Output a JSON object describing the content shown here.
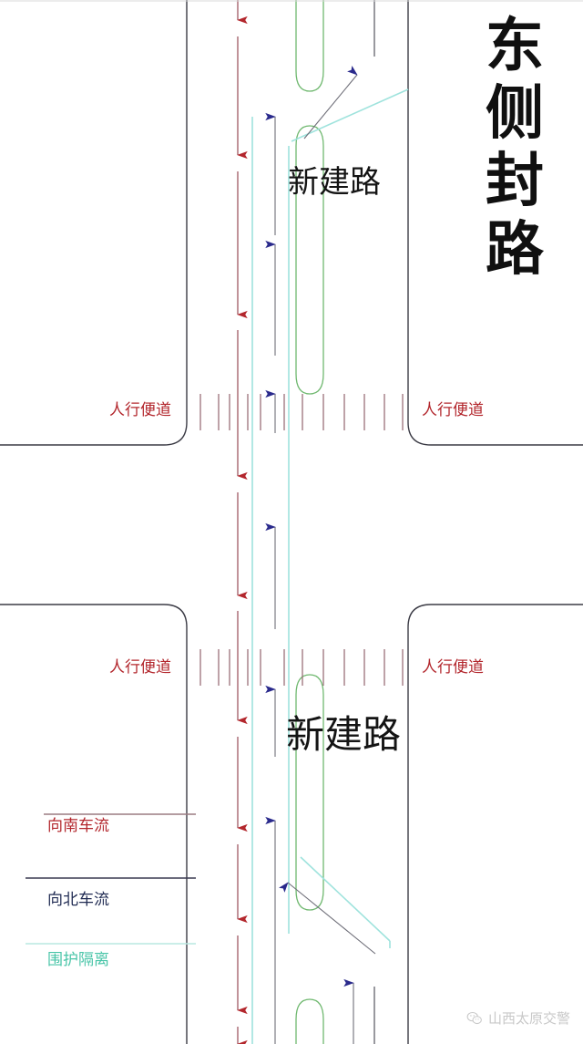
{
  "title": {
    "text": "东侧封路",
    "chars": [
      "东",
      "侧",
      "封",
      "路"
    ],
    "color": "#101010"
  },
  "roads": {
    "north_label": "新建路",
    "south_label": "新建路"
  },
  "sidewalks": {
    "north_west": "人行便道",
    "north_east": "人行便道",
    "south_west": "人行便道",
    "south_east": "人行便道"
  },
  "legend": {
    "items": [
      {
        "label": "向南车流",
        "color": "#b3272d"
      },
      {
        "label": "向北车流",
        "color": "#1f2a52"
      },
      {
        "label": "围护隔离",
        "color": "#49c5a8"
      }
    ],
    "southbound": "向南车流",
    "northbound": "向北车流",
    "barrier": "围护隔离"
  },
  "watermark": {
    "text": "山西太原交警",
    "icon": "wechat-icon",
    "color": "#c8c8c8"
  },
  "colors": {
    "southbound_flow": "#b3272d",
    "northbound_flow": "#2a2a8c",
    "barrier": "#9fe3dd",
    "median_island": "#6fb86f",
    "road_edge": "#3b3b45",
    "crosswalk_stripe": "#9b6f78",
    "background": "#ffffff"
  },
  "diagram": {
    "type": "road-closure-plan",
    "road_axis": "north-south",
    "cross_streets": 2,
    "closed_side": "east"
  }
}
